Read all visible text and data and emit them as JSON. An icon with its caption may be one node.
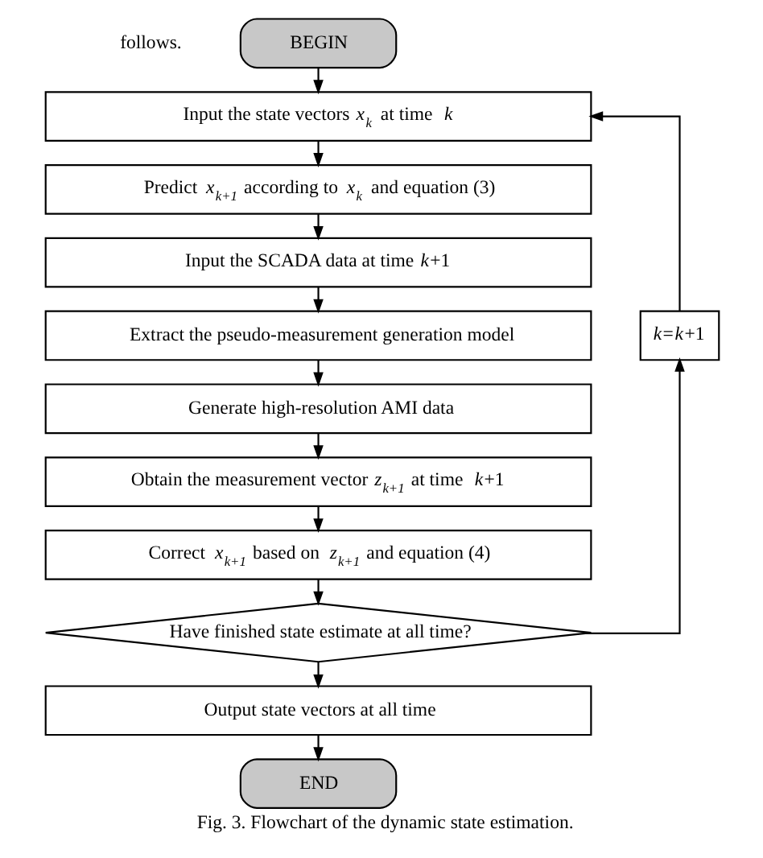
{
  "diagram": {
    "caption": "Fig. 3. Flowchart of the dynamic state estimation.",
    "nodes": [
      {
        "text": [
          "BEGIN"
        ]
      },
      {
        "text": [
          "Input the state vectors *x*$_{k}$ at time *k*"
        ]
      },
      {
        "text": [
          "Predict *x*$_{k+1}$ according to *x*$_{k}$ and equation (3)"
        ]
      },
      {
        "text": [
          "Input the SCADA data at time *k*+1"
        ]
      },
      {
        "text": [
          "Extract the pseudo-measurement generation model"
        ]
      },
      {
        "text": [
          "Generate high-resolution AMI data"
        ]
      },
      {
        "text": [
          "Obtain the measurement vector *z*$_{k+1}$ at time *k*+1"
        ]
      },
      {
        "text": [
          "Correct *x*$_{k+1}$ based on *z*$_{k+1}$ and equation (4)"
        ]
      },
      {
        "text": [
          "Have finished state estimate at all time?"
        ]
      },
      {
        "text": [
          "Output state vectors at all time"
        ]
      },
      {
        "text": [
          "END"
        ]
      },
      {
        "text": [
          "*k*=*k*+1"
        ]
      }
    ],
    "edges": [
      {
        "from": 0,
        "to": 1,
        "arrow": "to"
      },
      {
        "from": 1,
        "to": 2,
        "arrow": "to"
      },
      {
        "from": 2,
        "to": 3,
        "arrow": "to"
      },
      {
        "from": 3,
        "to": 4,
        "arrow": "to"
      },
      {
        "from": 4,
        "to": 5,
        "arrow": "to"
      },
      {
        "from": 5,
        "to": 6,
        "arrow": "to"
      },
      {
        "from": 6,
        "to": 7,
        "arrow": "to"
      },
      {
        "from": 7,
        "to": 8,
        "arrow": "to"
      },
      {
        "from": 8,
        "to": 9,
        "arrow": "to"
      },
      {
        "from": 9,
        "to": 10,
        "arrow": "to"
      },
      {
        "from": 8,
        "to": 11,
        "arrow": "to"
      },
      {
        "from": 11,
        "to": 1,
        "arrow": "to"
      }
    ],
    "labels": [
      "follows."
    ]
  }
}
